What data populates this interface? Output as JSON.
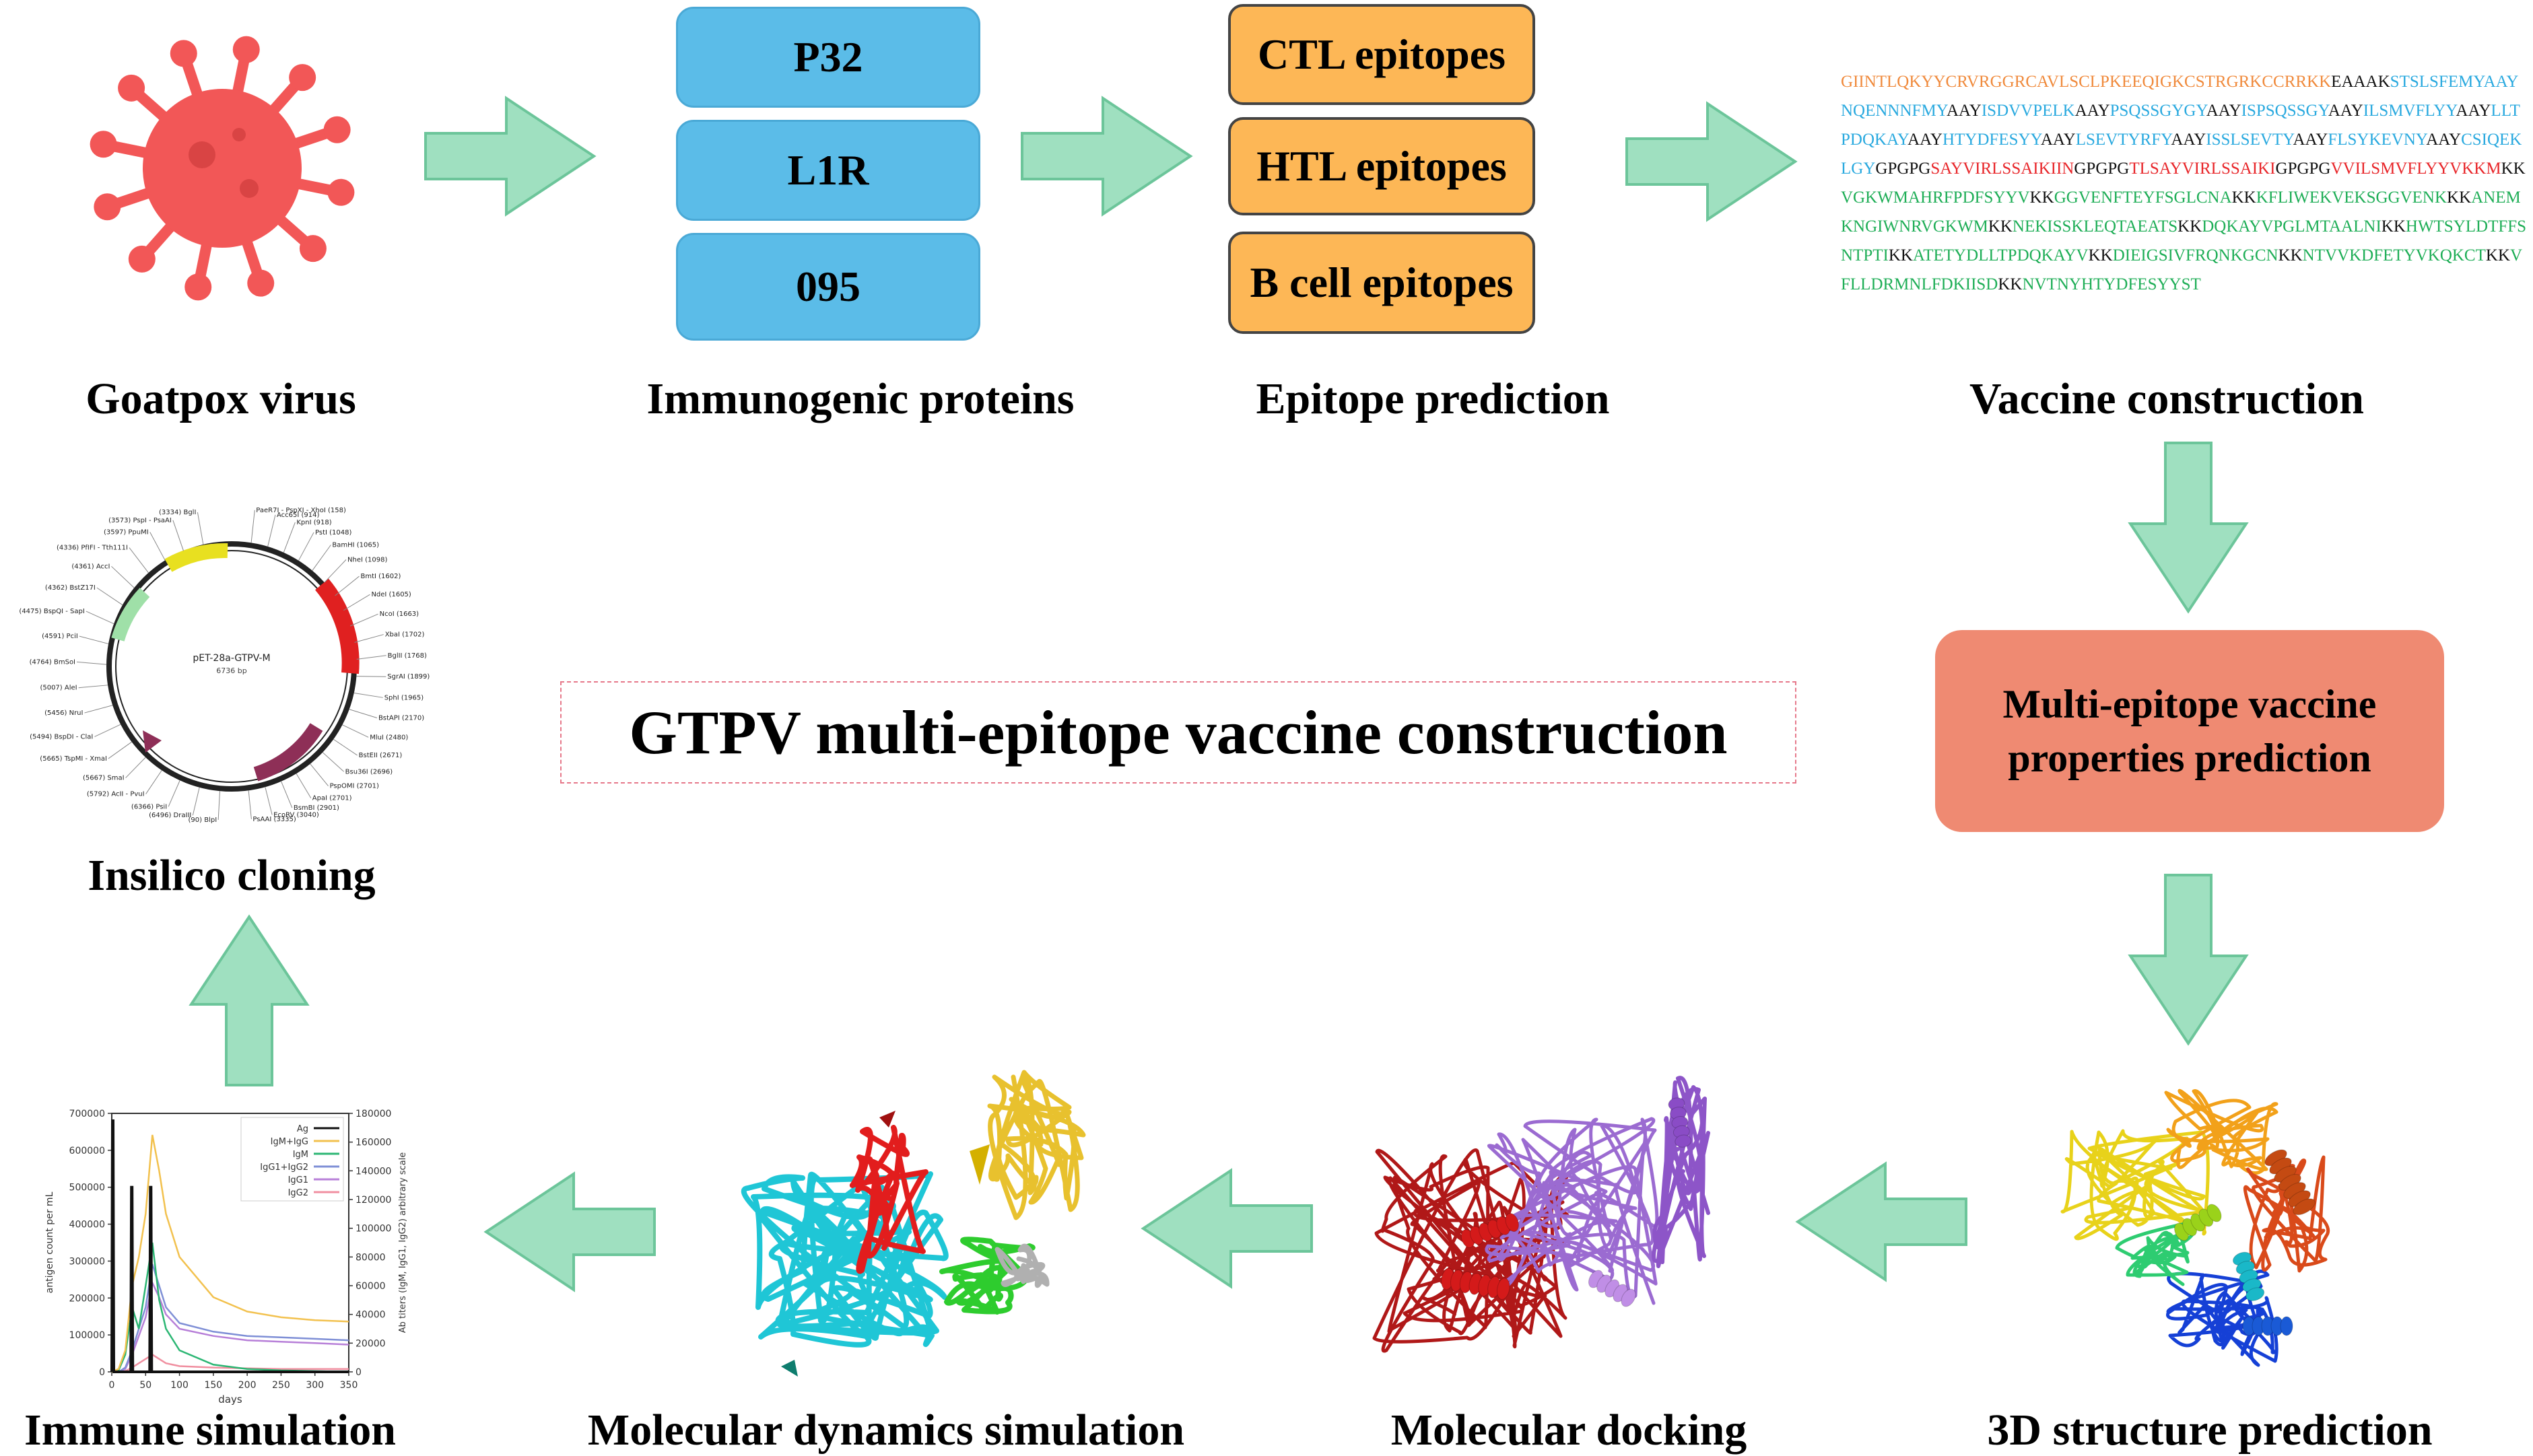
{
  "labels": {
    "goatpox": "Goatpox virus",
    "immunogenic": "Immunogenic proteins",
    "epitope": "Epitope prediction",
    "vaccine_construction": "Vaccine construction",
    "insilico": "Insilico cloning",
    "immune_sim": "Immune simulation",
    "md_sim": "Molecular dynamics simulation",
    "docking": "Molecular docking",
    "structure": "3D  structure prediction"
  },
  "proteins": [
    "P32",
    "L1R",
    "095"
  ],
  "epitopes": [
    "CTL epitopes",
    "HTL epitopes",
    "B cell epitopes"
  ],
  "properties_box": {
    "line1": "Multi-epitope vaccine",
    "line2": "properties prediction"
  },
  "title": "GTPV multi-epitope vaccine construction",
  "colors": {
    "arrow_fill": "#9fe0c0",
    "arrow_stroke": "#6cc59a",
    "protein_box": "#5bbce8",
    "epitope_box": "#fdb756",
    "properties_box": "#ef8a72",
    "virus": "#f25757",
    "seq_orange": "#f08a3c",
    "seq_blue": "#29a9df",
    "seq_red": "#e8262a",
    "seq_green": "#1fae57",
    "seq_black": "#111111"
  },
  "sequence_segments": [
    {
      "t": "GIINTLQKYYCRVRGGRCAVLSCLPKEEQIGKCSTRGRKCCRRKK",
      "c": "#f08a3c"
    },
    {
      "t": "EAAAK",
      "c": "#111111"
    },
    {
      "t": "STSLSFEMYAAYNQENNNFMY",
      "c": "#29a9df"
    },
    {
      "t": "AAY",
      "c": "#111111"
    },
    {
      "t": "ISDVVPELK",
      "c": "#29a9df"
    },
    {
      "t": "AAY",
      "c": "#111111"
    },
    {
      "t": "PSQSSGYGY",
      "c": "#29a9df"
    },
    {
      "t": "AAY",
      "c": "#111111"
    },
    {
      "t": "ISPSQSSGY",
      "c": "#29a9df"
    },
    {
      "t": "AAY",
      "c": "#111111"
    },
    {
      "t": "ILSMVFLYY",
      "c": "#29a9df"
    },
    {
      "t": "AAY",
      "c": "#111111"
    },
    {
      "t": "LLTPDQKAY",
      "c": "#29a9df"
    },
    {
      "t": "AAY",
      "c": "#111111"
    },
    {
      "t": "HTYDFESYY",
      "c": "#29a9df"
    },
    {
      "t": "AAY",
      "c": "#111111"
    },
    {
      "t": "LSEVTYRFY",
      "c": "#29a9df"
    },
    {
      "t": "AAY",
      "c": "#111111"
    },
    {
      "t": "ISSLSEVTY",
      "c": "#29a9df"
    },
    {
      "t": "AAY",
      "c": "#111111"
    },
    {
      "t": "FLSYKEVNY",
      "c": "#29a9df"
    },
    {
      "t": "AAY",
      "c": "#111111"
    },
    {
      "t": "CSIQEKLGY",
      "c": "#29a9df"
    },
    {
      "t": "GPGPG",
      "c": "#111111"
    },
    {
      "t": "SAYVIRLSSAIKIIN",
      "c": "#e8262a"
    },
    {
      "t": "GPGPG",
      "c": "#111111"
    },
    {
      "t": "TLSAYVIRLSSAIKI",
      "c": "#e8262a"
    },
    {
      "t": "GPGPG",
      "c": "#111111"
    },
    {
      "t": "VVILSMVFLYYVKKM",
      "c": "#e8262a"
    },
    {
      "t": "KK",
      "c": "#111111"
    },
    {
      "t": "VGKWMAHRFPDFSYYV",
      "c": "#1fae57"
    },
    {
      "t": "KK",
      "c": "#111111"
    },
    {
      "t": "GGVENFTEYFSGLCNA",
      "c": "#1fae57"
    },
    {
      "t": "KK",
      "c": "#111111"
    },
    {
      "t": "KFLIWEKVEKSGGVENK",
      "c": "#1fae57"
    },
    {
      "t": "KK",
      "c": "#111111"
    },
    {
      "t": "ANEMKNGIWNRVGKWM",
      "c": "#1fae57"
    },
    {
      "t": "KK",
      "c": "#111111"
    },
    {
      "t": "NEKISSKLEQTAEATS",
      "c": "#1fae57"
    },
    {
      "t": "KK",
      "c": "#111111"
    },
    {
      "t": "DQKAYVPGLMTAALNI",
      "c": "#1fae57"
    },
    {
      "t": "KK",
      "c": "#111111"
    },
    {
      "t": "HWTSYLDTFFSNTPTI",
      "c": "#1fae57"
    },
    {
      "t": "KK",
      "c": "#111111"
    },
    {
      "t": "ATETYDLLTPDQKAYV",
      "c": "#1fae57"
    },
    {
      "t": "KK",
      "c": "#111111"
    },
    {
      "t": "DIEIGSIVFRQNKGCN",
      "c": "#1fae57"
    },
    {
      "t": "KK",
      "c": "#111111"
    },
    {
      "t": "NTVVKDFETYVKQKCT",
      "c": "#1fae57"
    },
    {
      "t": "KK",
      "c": "#111111"
    },
    {
      "t": "VFLLDRMNLFDKIISD",
      "c": "#1fae57"
    },
    {
      "t": "KK",
      "c": "#111111"
    },
    {
      "t": "NVTNYHTYDFESYYST",
      "c": "#1fae57"
    }
  ],
  "plasmid": {
    "name": "pET-28a-GTPV-M",
    "size": "6736 bp",
    "sites": [
      "(90) BlpI",
      "(6496) DraIII",
      "(6366) PsiI",
      "(5792) AcII - PvuI",
      "(5667) SmaI",
      "(5665) TspMI - XmaI",
      "(5494) BspDI - ClaI",
      "(5456) NruI",
      "(5007) AleI",
      "(4764) BmSoI",
      "(4591) PciI",
      "(4475) BspQI - SapI",
      "(4362) BstZ17I",
      "(4361) AccI",
      "(4336) PfIFI - Tth111I",
      "(3597) PpuMI",
      "(3573) PspI - PsaAI",
      "(3334) BglI",
      "PaeR7I - PspXI - XhoI (158)",
      "Acc65I (914)",
      "KpnI (918)",
      "PstI (1048)",
      "BamHI (1065)",
      "NheI (1098)",
      "BmtI (1602)",
      "NdeI (1605)",
      "NcoI (1663)",
      "XbaI (1702)",
      "BglII (1768)",
      "SgrAI (1899)",
      "SphI (1965)",
      "BstAPI (2170)",
      "MluI (2480)",
      "BstEII (2671)",
      "Bsu36I (2696)",
      "PspOMI (2701)",
      "ApaI (2701)",
      "BsmBI (2901)",
      "EcoRV (3040)",
      "PsAAI (3335)"
    ]
  },
  "chart_data": {
    "type": "line",
    "title": "",
    "xlabel": "days",
    "ylabel": "antigen count per mL",
    "y2label": "Ab titers (IgM, IgG1, IgG2) arbitrary scale",
    "xlim": [
      0,
      350
    ],
    "ylim": [
      0,
      700000
    ],
    "y2lim": [
      0,
      180000
    ],
    "xticks": [
      0,
      50,
      100,
      150,
      200,
      250,
      300,
      350
    ],
    "yticks": [
      0,
      100000,
      200000,
      300000,
      400000,
      500000,
      600000,
      700000
    ],
    "y2ticks": [
      0,
      20000,
      40000,
      60000,
      80000,
      100000,
      120000,
      140000,
      160000,
      180000
    ],
    "legend_position": "top-right",
    "series": [
      {
        "name": "Ag",
        "color": "#111111",
        "axis": "left",
        "x": [
          0,
          1,
          2,
          3,
          4,
          28,
          29,
          30,
          31,
          32,
          56,
          57,
          58,
          59,
          60,
          350
        ],
        "y": [
          0,
          680000,
          680000,
          0,
          0,
          0,
          500000,
          500000,
          0,
          0,
          0,
          500000,
          500000,
          0,
          0,
          0
        ]
      },
      {
        "name": "IgM+IgG",
        "color": "#f2c14e",
        "axis": "right",
        "x": [
          0,
          10,
          20,
          30,
          40,
          50,
          60,
          70,
          80,
          100,
          150,
          200,
          250,
          300,
          350
        ],
        "y": [
          0,
          2000,
          15000,
          60000,
          80000,
          110000,
          165000,
          140000,
          110000,
          80000,
          52000,
          42000,
          38000,
          36000,
          35000
        ]
      },
      {
        "name": "IgM",
        "color": "#2bb673",
        "axis": "right",
        "x": [
          0,
          10,
          20,
          30,
          40,
          50,
          60,
          70,
          80,
          100,
          150,
          200,
          250,
          300,
          350
        ],
        "y": [
          0,
          1000,
          12000,
          45000,
          30000,
          60000,
          90000,
          50000,
          30000,
          15000,
          5000,
          2000,
          1000,
          500,
          0
        ]
      },
      {
        "name": "IgG1+IgG2",
        "color": "#7f8fd6",
        "axis": "right",
        "x": [
          0,
          10,
          20,
          30,
          40,
          50,
          60,
          70,
          80,
          100,
          150,
          200,
          250,
          300,
          350
        ],
        "y": [
          0,
          0,
          3000,
          15000,
          30000,
          45000,
          75000,
          60000,
          45000,
          34000,
          28000,
          25000,
          24000,
          23000,
          22000
        ]
      },
      {
        "name": "IgG1",
        "color": "#b77fd8",
        "axis": "right",
        "x": [
          0,
          10,
          20,
          30,
          40,
          50,
          60,
          70,
          80,
          100,
          150,
          200,
          250,
          300,
          350
        ],
        "y": [
          0,
          0,
          2000,
          12000,
          25000,
          38000,
          62000,
          52000,
          40000,
          30000,
          25000,
          22000,
          21000,
          20000,
          19000
        ]
      },
      {
        "name": "IgG2",
        "color": "#f08fa0",
        "axis": "right",
        "x": [
          0,
          10,
          20,
          30,
          40,
          50,
          60,
          70,
          80,
          100,
          150,
          200,
          250,
          300,
          350
        ],
        "y": [
          0,
          0,
          500,
          3000,
          6000,
          9000,
          12000,
          9000,
          6000,
          4000,
          3000,
          2500,
          2000,
          2000,
          2000
        ]
      }
    ]
  }
}
